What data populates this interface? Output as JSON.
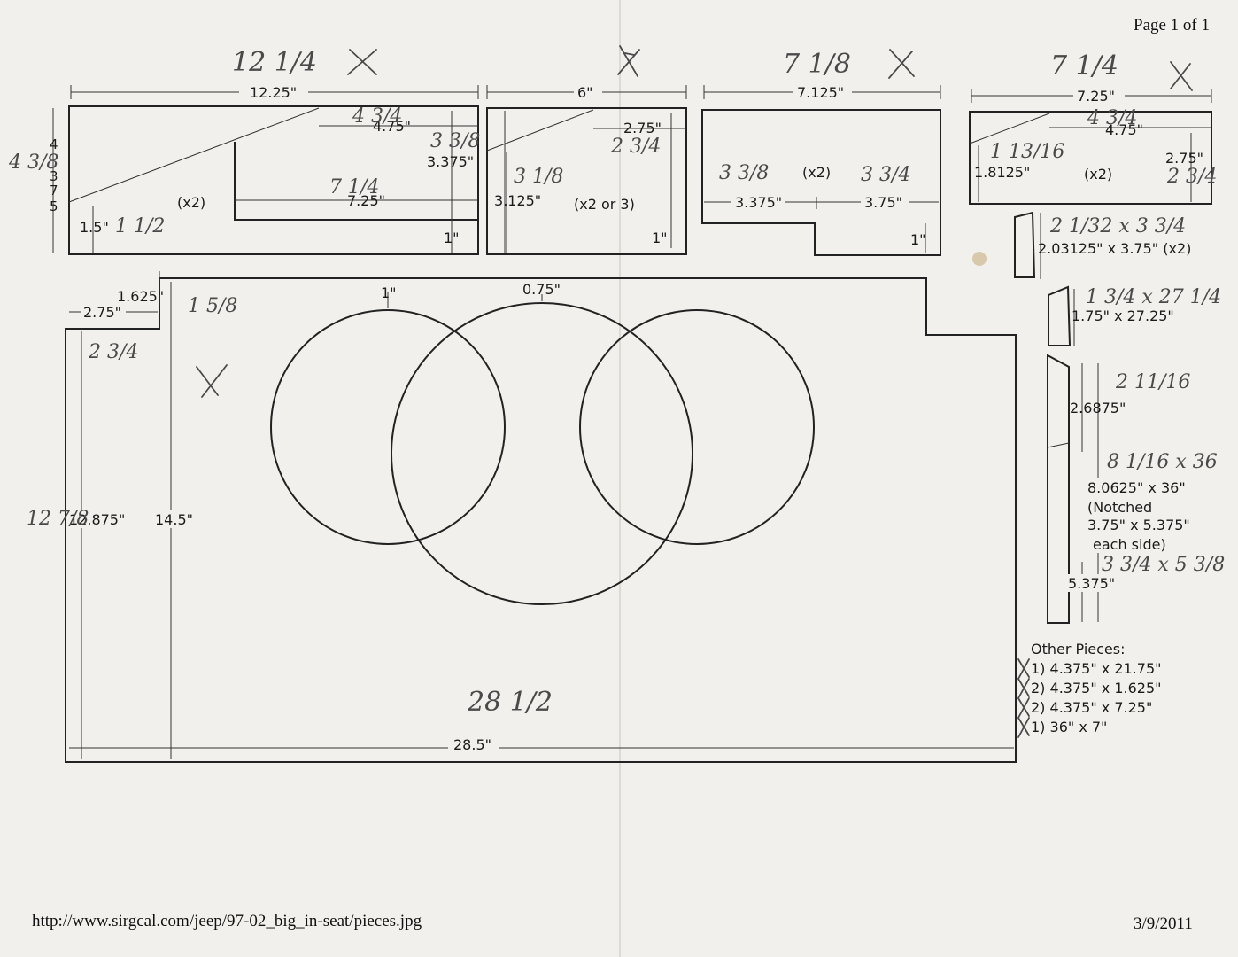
{
  "header": {
    "page": "Page 1 of 1"
  },
  "footer": {
    "url": "http://www.sirgcal.com/jeep/97-02_big_in-seat/pieces.jpg",
    "date": "3/9/2011"
  },
  "piece1": {
    "width": "12.25\"",
    "notch": "4.75\"",
    "height": "3.375\"",
    "inner": "7.25\"",
    "side": "1.5\"",
    "thick": "1\"",
    "qty": "(x2)",
    "hw_width": "12 1/4",
    "hw_notch": "4 3/4",
    "hw_height": "3 3/8",
    "hw_inner": "7 1/4",
    "hw_side": "1 1/2",
    "hw_left": "4 3/8",
    "hw_left_digits": [
      "4",
      "3",
      "7",
      "5"
    ]
  },
  "piece2": {
    "width": "6\"",
    "notch": "2.75\"",
    "height": "3.125\"",
    "thick": "1\"",
    "qty": "(x2 or 3)",
    "hw_notch": "2 3/4",
    "hw_height": "3 1/8"
  },
  "piece3": {
    "width": "7.125\"",
    "left": "3.375\"",
    "right": "3.75\"",
    "thick": "1\"",
    "qty": "(x2)",
    "hw_width": "7 1/8",
    "hw_left": "3 3/8",
    "hw_right": "3 3/4"
  },
  "piece4": {
    "width": "7.25\"",
    "notch": "4.75\"",
    "height": "1.8125\"",
    "right": "2.75\"",
    "qty": "(x2)",
    "hw_width": "7 1/4",
    "hw_notch": "4 3/4",
    "hw_height": "1 13/16",
    "hw_right": "2 3/4"
  },
  "board": {
    "gap_top": "1\"",
    "gap_mid": "0.75\"",
    "notch_h": "1.625\"",
    "notch_w": "2.75\"",
    "height_left": "12.875\"",
    "height_main": "14.5\"",
    "width": "28.5\"",
    "hw_notch_h": "1 5/8",
    "hw_notch_w": "2 3/4",
    "hw_height_left": "12 7/8",
    "hw_width": "28 1/2"
  },
  "strips": {
    "s1": "2.03125\" x 3.75\" (x2)",
    "hw_s1": "2 1/32 x 3 3/4",
    "s2": "1.75\" x 27.25\"",
    "hw_s2": "1 3/4 x 27 1/4",
    "s3_top": "2.6875\"",
    "hw_s3_top": "2 11/16",
    "s3_lines": [
      "8.0625\" x 36\"",
      "(Notched",
      "3.75\" x 5.375\"",
      "each side)"
    ],
    "hw_s3": "8 1/16 x 36",
    "hw_s3_notch": "3 3/4 x 5 3/8",
    "s3_bottom": "5.375\""
  },
  "other": {
    "title": "Other Pieces:",
    "items": [
      "1) 4.375\" x 21.75\"",
      "2) 4.375\" x 1.625\"",
      "2) 4.375\" x 7.25\"",
      "1) 36\" x 7\""
    ]
  }
}
